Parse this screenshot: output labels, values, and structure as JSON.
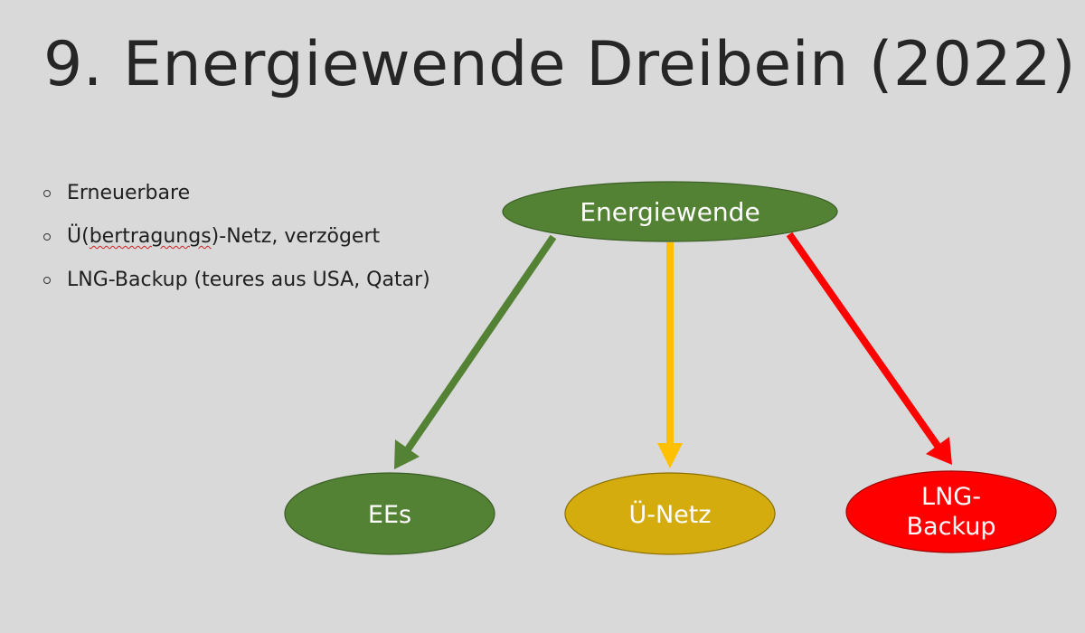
{
  "slide": {
    "title": "9. Energiewende Dreibein (2022)"
  },
  "bullets": {
    "items": [
      {
        "pre": "",
        "text": "Erneuerbare",
        "post": ""
      },
      {
        "pre": "Ü(",
        "text": "bertragungs",
        "post": ")-Netz, verzögert"
      },
      {
        "pre": "",
        "text": "LNG-Backup (teures aus USA, Qatar)",
        "post": ""
      }
    ]
  },
  "diagram": {
    "root": {
      "label": "Energiewende",
      "color": "#548235"
    },
    "children": [
      {
        "label_lines": [
          "EEs"
        ],
        "fill": "#548235",
        "arrow_color": "#548235"
      },
      {
        "label_lines": [
          "Ü-Netz"
        ],
        "fill": "#d4ac0d",
        "arrow_color": "#ffc000"
      },
      {
        "label_lines": [
          "LNG-",
          "Backup"
        ],
        "fill": "#ff0000",
        "arrow_color": "#ff0000"
      }
    ]
  }
}
